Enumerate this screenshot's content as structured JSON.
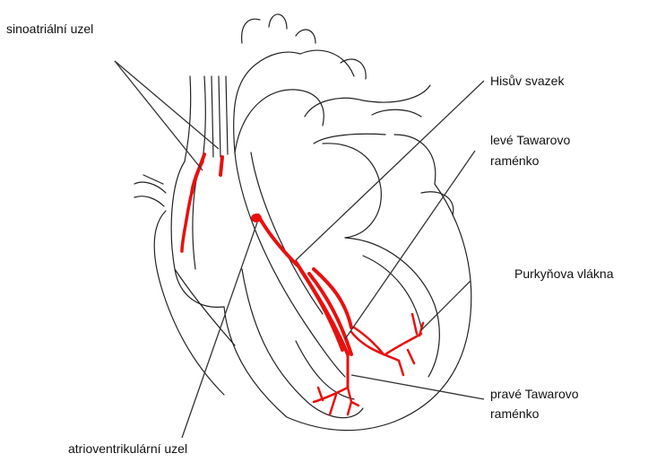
{
  "labels": {
    "sa_node": "sinoatriální uzel",
    "bundle_his": "Hisův svazek",
    "left_branch_1": "levé Tawarovo",
    "left_branch_2": "raménko",
    "purkinje": "Purkyňova vlákna",
    "right_branch_1": "pravé Tawarovo",
    "right_branch_2": "raménko",
    "av_node": "atrioventrikulární uzel"
  },
  "colors": {
    "outline": "#222222",
    "conduction": "#e8100e",
    "leader": "#333333"
  }
}
